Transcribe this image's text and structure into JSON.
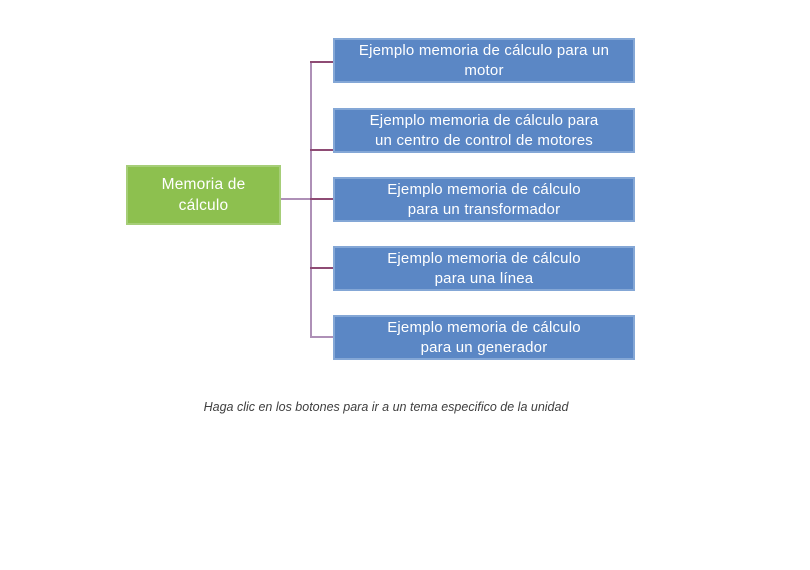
{
  "title_node": {
    "label": "Memoria de\ncálculo"
  },
  "topic_buttons": [
    {
      "label": "Ejemplo memoria de cálculo para un\nmotor"
    },
    {
      "label": "Ejemplo memoria de cálculo para\nun centro de control de motores"
    },
    {
      "label": "Ejemplo memoria de cálculo\npara un transformador"
    },
    {
      "label": "Ejemplo memoria de cálculo\npara una línea"
    },
    {
      "label": "Ejemplo memoria de cálculo\npara un generador"
    }
  ],
  "caption": {
    "text": "Haga clic en los botones para ir a un tema especifico de la unidad"
  },
  "colors": {
    "root_fill": "#8dc04f",
    "root_border": "#a6ce78",
    "button_fill": "#5b87c5",
    "button_border": "#84a7d6",
    "connector_light": "#ae90b7",
    "connector_dark": "#8e4b74",
    "caption_text": "#3f3f3f",
    "node_text": "#ffffff"
  }
}
